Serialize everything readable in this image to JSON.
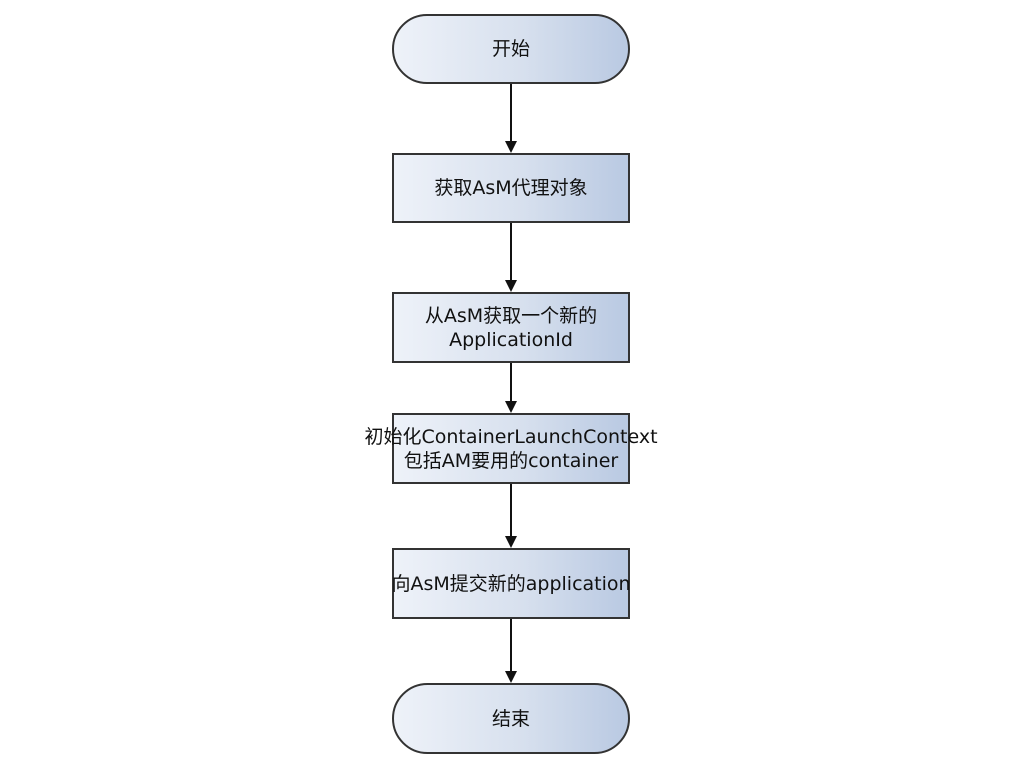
{
  "flowchart": {
    "start": {
      "label": "开始"
    },
    "steps": [
      {
        "lines": [
          "获取AsM代理对象"
        ]
      },
      {
        "lines": [
          "从AsM获取一个新的",
          "ApplicationId"
        ]
      },
      {
        "lines": [
          "初始化ContainerLaunchContext",
          "包括AM要用的container"
        ]
      },
      {
        "lines": [
          "向AsM提交新的application"
        ]
      }
    ],
    "end": {
      "label": "结束"
    }
  }
}
